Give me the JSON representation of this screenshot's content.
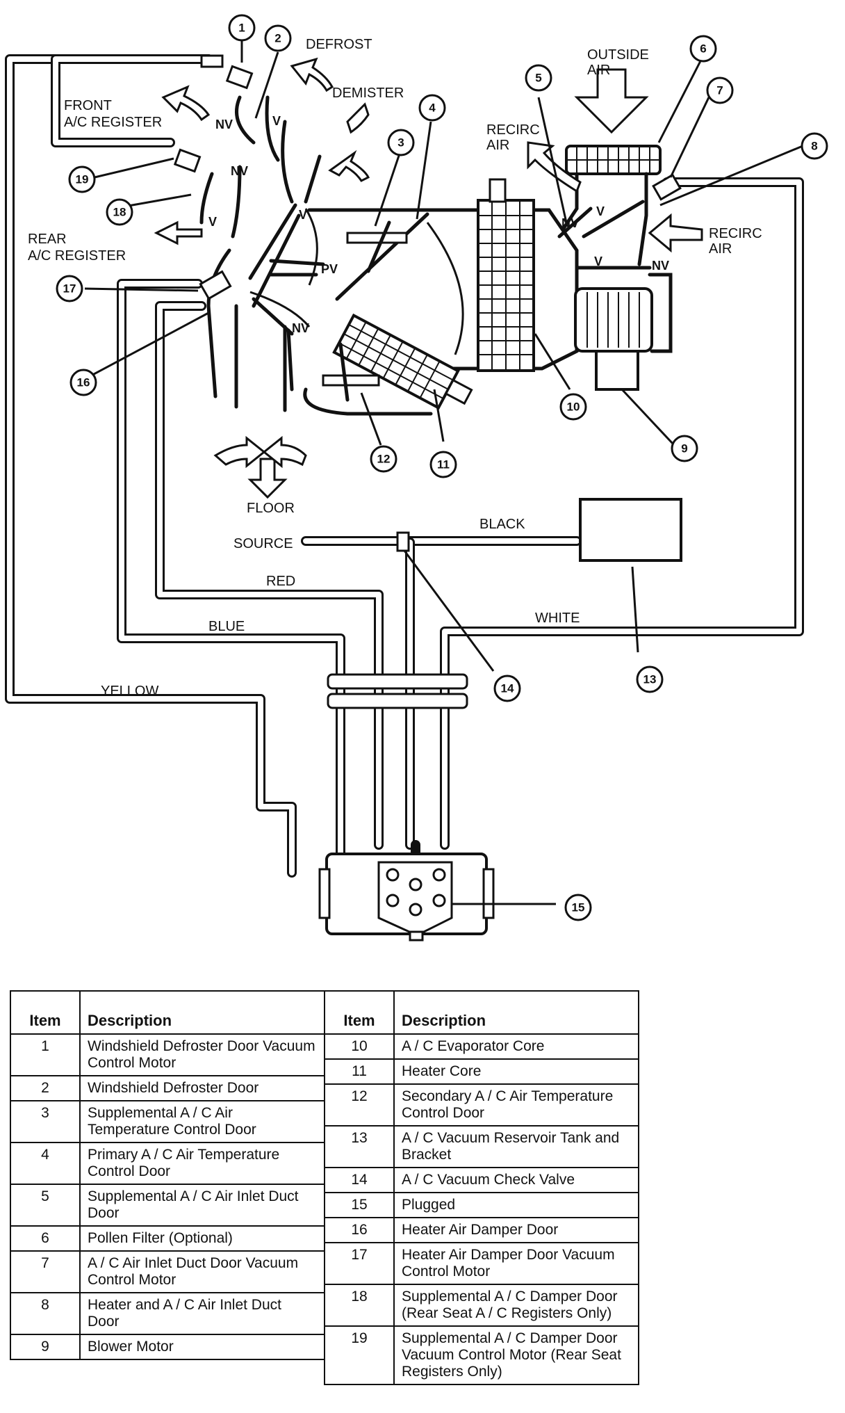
{
  "diagram": {
    "labels": {
      "defrost": "DEFROST",
      "demister": "DEMISTER",
      "front_register_1": "FRONT",
      "front_register_2": "A/C REGISTER",
      "rear_register_1": "REAR",
      "rear_register_2": "A/C REGISTER",
      "outside_air_1": "OUTSIDE",
      "outside_air_2": "AIR",
      "recirc_left_1": "RECIRC",
      "recirc_left_2": "AIR",
      "recirc_right_1": "RECIRC",
      "recirc_right_2": "AIR",
      "floor": "FLOOR",
      "source": "SOURCE",
      "black": "BLACK",
      "red": "RED",
      "white": "WHITE",
      "blue": "BLUE",
      "yellow": "YELLOW",
      "nv": "NV",
      "v": "V",
      "pv": "PV"
    },
    "callouts": [
      "1",
      "2",
      "3",
      "4",
      "5",
      "6",
      "7",
      "8",
      "9",
      "10",
      "11",
      "12",
      "13",
      "14",
      "15",
      "16",
      "17",
      "18",
      "19"
    ]
  },
  "table_left": {
    "headers": {
      "item": "Item",
      "description": "Description"
    },
    "rows": [
      {
        "item": "1",
        "description": "Windshield Defroster Door Vacuum Control Motor"
      },
      {
        "item": "2",
        "description": "Windshield Defroster Door"
      },
      {
        "item": "3",
        "description": "Supplemental A / C Air Temperature Control Door"
      },
      {
        "item": "4",
        "description": "Primary A / C Air Temperature Control Door"
      },
      {
        "item": "5",
        "description": "Supplemental A / C Air Inlet Duct Door"
      },
      {
        "item": "6",
        "description": "Pollen Filter (Optional)"
      },
      {
        "item": "7",
        "description": "A / C Air Inlet Duct Door Vacuum Control Motor"
      },
      {
        "item": "8",
        "description": "Heater and A / C Air Inlet Duct Door"
      },
      {
        "item": "9",
        "description": "Blower Motor"
      }
    ]
  },
  "table_right": {
    "headers": {
      "item": "Item",
      "description": "Description"
    },
    "rows": [
      {
        "item": "10",
        "description": "A / C Evaporator Core"
      },
      {
        "item": "11",
        "description": "Heater Core"
      },
      {
        "item": "12",
        "description": "Secondary A / C Air Temperature Control Door"
      },
      {
        "item": "13",
        "description": "A / C Vacuum Reservoir Tank and Bracket"
      },
      {
        "item": "14",
        "description": "A / C Vacuum Check Valve"
      },
      {
        "item": "15",
        "description": "Plugged"
      },
      {
        "item": "16",
        "description": "Heater Air Damper Door"
      },
      {
        "item": "17",
        "description": "Heater Air Damper Door Vacuum Control Motor"
      },
      {
        "item": "18",
        "description": "Supplemental A / C Damper Door (Rear Seat A / C Registers Only)"
      },
      {
        "item": "19",
        "description": "Supplemental A / C Damper Door Vacuum Control Motor (Rear Seat Registers Only)"
      }
    ]
  }
}
